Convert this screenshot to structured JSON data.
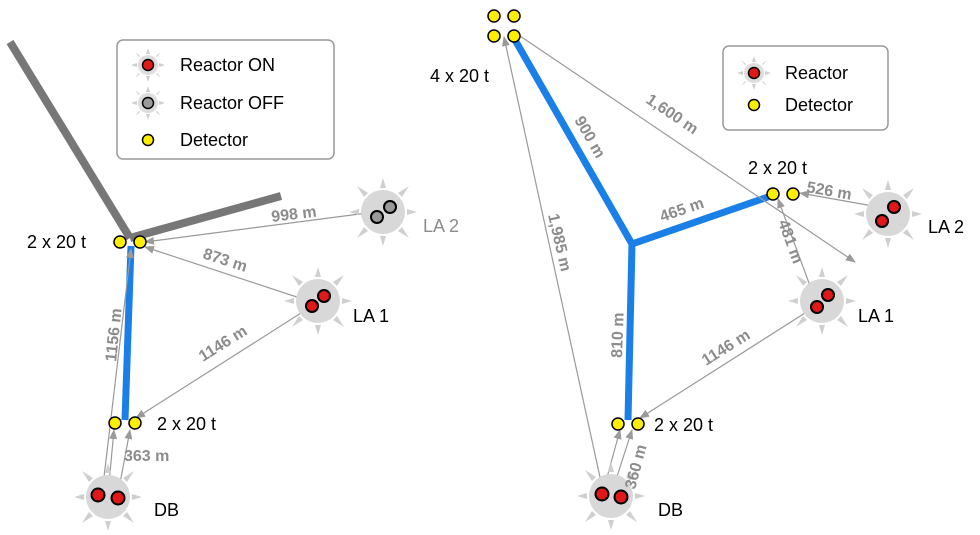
{
  "left_panel": {
    "legend": {
      "reactor_on": "Reactor ON",
      "reactor_off": "Reactor OFF",
      "detector": "Detector"
    },
    "labels": {
      "hall_top": "2 x 20 t",
      "hall_bottom": "2 x 20 t",
      "la1": "LA 1",
      "la2": "LA 2",
      "db": "DB"
    },
    "distances": {
      "d998": "998 m",
      "d873": "873 m",
      "d1146": "1146 m",
      "d1156": "1156 m",
      "d363": "363 m"
    }
  },
  "right_panel": {
    "legend": {
      "reactor": "Reactor",
      "detector": "Detector"
    },
    "labels": {
      "hall_far": "4 x 20 t",
      "hall_la": "2 x 20 t",
      "hall_db": "2 x 20 t",
      "la1": "LA 1",
      "la2": "LA 2",
      "db": "DB"
    },
    "distances": {
      "d900": "900 m",
      "d1600": "1,600 m",
      "d465": "465 m",
      "d1985": "1,985 m",
      "d526": "526 m",
      "d481": "481 m",
      "d810": "810 m",
      "d1146": "1146 m",
      "d360": "360 m"
    }
  },
  "colors": {
    "tunnel": "#1a7fe6",
    "old_tunnel": "#777777",
    "reactor_on": "#e01818",
    "reactor_off": "#9a9a9a",
    "detector": "#ffee00",
    "baseline": "#9a9a9a"
  }
}
